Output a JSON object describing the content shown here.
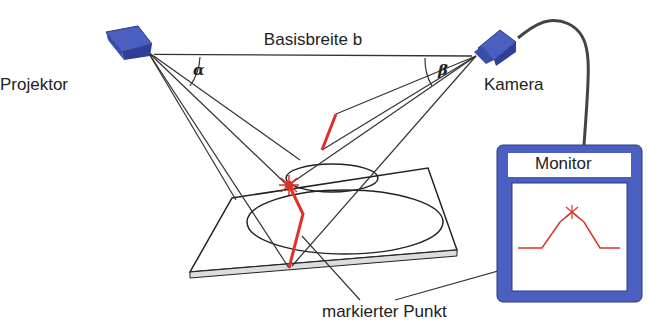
{
  "diagram": {
    "nodes": [
      {
        "text": [
          "Projektor"
        ]
      },
      {
        "text": [
          "Kamera"
        ]
      },
      {
        "text": [
          "Monitor"
        ]
      }
    ],
    "edges": [
      {
        "from": 0,
        "to": 1,
        "arrow": "none",
        "label": "Basisbreite b"
      },
      {
        "from": 1,
        "to": 2,
        "arrow": "none"
      }
    ],
    "labels": [
      "α",
      "β",
      "markierter Punkt"
    ]
  }
}
